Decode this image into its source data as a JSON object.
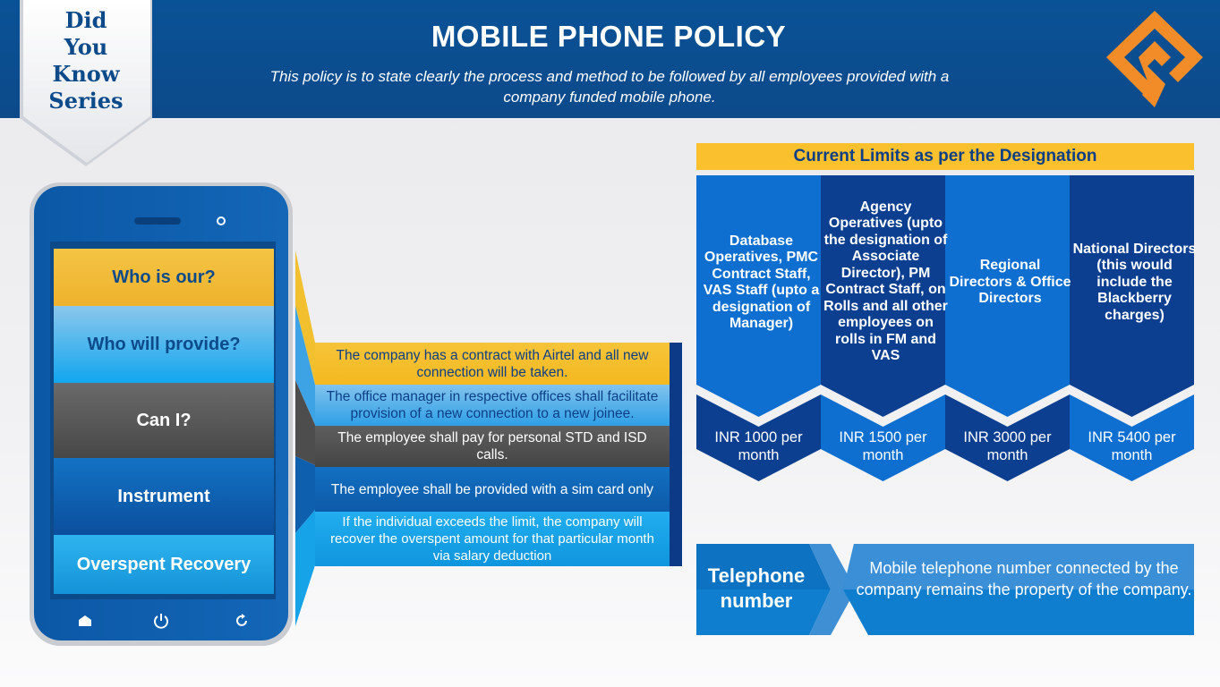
{
  "header": {
    "title": "MOBILE PHONE POLICY",
    "subtitle": "This policy is to state clearly the process and method to be followed by all employees provided with a company funded mobile phone.",
    "bg_color": "#0c4a8a"
  },
  "badge": {
    "lines": [
      "Did",
      "You",
      "Know",
      "Series"
    ]
  },
  "logo": {
    "icon": "orange-diamond-logo",
    "color": "#f28c28"
  },
  "phone": {
    "menu": [
      {
        "label": "Who is our?",
        "color": "#f2b431"
      },
      {
        "label": "Who will provide?",
        "color": "#2b9bde"
      },
      {
        "label": "Can I?",
        "color": "#5a5a5a"
      },
      {
        "label": "Instrument",
        "color": "#0e5fae"
      },
      {
        "label": "Overspent Recovery",
        "color": "#1ea5e6"
      }
    ],
    "buttons": [
      "home-icon",
      "power-icon",
      "refresh-icon"
    ]
  },
  "answers": [
    "The company has a contract with Airtel and all new connection will be taken.",
    "The office manager in respective offices shall facilitate provision of a new connection to a new joinee.",
    "The employee shall pay for personal STD and ISD calls.",
    "The employee shall be provided with a sim card only",
    "If the individual exceeds the limit, the company will recover the overspent amount for that particular month via salary deduction"
  ],
  "limits": {
    "title": "Current Limits as per the Designation",
    "columns": [
      {
        "label": "Database Operatives, PMC Contract Staff, VAS Staff (upto a designation of Manager)",
        "amount": "INR 1000 per month"
      },
      {
        "label": "Agency Operatives (upto the designation of Associate Director), PM Contract Staff, on Rolls and all other employees on rolls in FM and VAS",
        "amount": "INR 1500 per month"
      },
      {
        "label": "Regional Directors & Office Directors",
        "amount": "INR 3000 per month"
      },
      {
        "label": "National Directors (this would include the Blackberry charges)",
        "amount": "INR 5400 per month"
      }
    ]
  },
  "telephone": {
    "label": "Telephone number",
    "description": "Mobile telephone number connected by the company remains the property of the company."
  }
}
